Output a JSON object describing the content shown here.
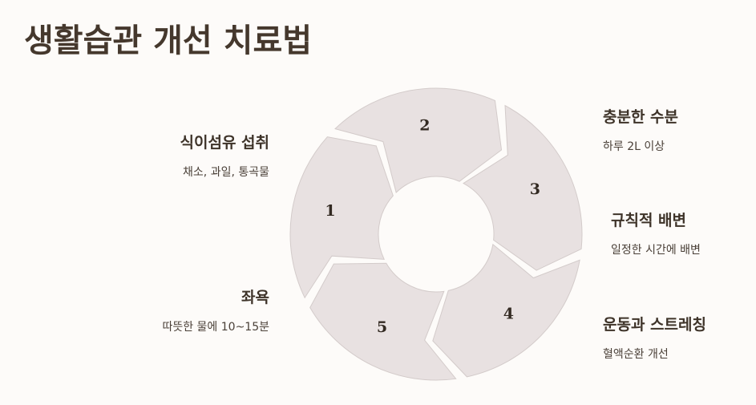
{
  "title": "생활습관 개선 치료법",
  "diagram": {
    "type": "cycle",
    "steps": [
      {
        "number": "1",
        "title": "식이섬유 섭취",
        "desc": "채소, 과일, 통곡물"
      },
      {
        "number": "2",
        "title": "충분한 수분",
        "desc": "하루 2L 이상"
      },
      {
        "number": "3",
        "title": "규칙적 배변",
        "desc": "일정한 시간에 배변"
      },
      {
        "number": "4",
        "title": "운동과 스트레칭",
        "desc": "혈액순환 개선"
      },
      {
        "number": "5",
        "title": "좌욕",
        "desc": "따뜻한 물에 10~15분"
      }
    ],
    "colors": {
      "segment_fill": "#e8e1e1",
      "segment_stroke": "#d3cbca",
      "text": "#3e3329",
      "background": "#fdfbf9"
    }
  }
}
